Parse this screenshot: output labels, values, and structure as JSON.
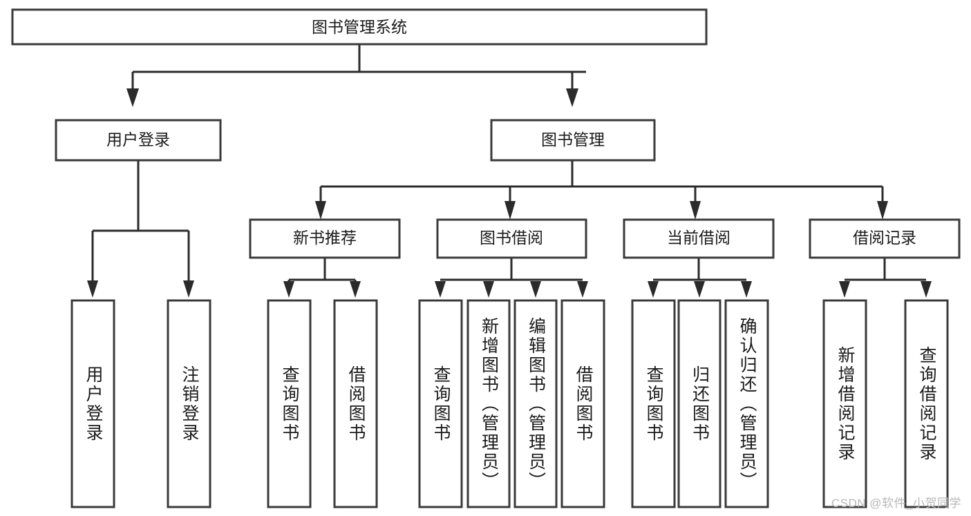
{
  "diagram": {
    "title": "图书管理系统",
    "type": "tree-hierarchy-diagram",
    "watermark": "CSDN @软件_小贺同学",
    "colors": {
      "box_stroke": "#3a3a3a",
      "connector": "#2b2b2b",
      "text": "#1a1a1a",
      "background": "#ffffff",
      "watermark": "#b8b8b8"
    },
    "root": {
      "label": "图书管理系统"
    },
    "level2": [
      {
        "id": "user-login",
        "label": "用户登录"
      },
      {
        "id": "book-management",
        "label": "图书管理"
      }
    ],
    "level3": [
      {
        "id": "new-book-recommend",
        "label": "新书推荐",
        "parent": "book-management"
      },
      {
        "id": "book-borrow",
        "label": "图书借阅",
        "parent": "book-management"
      },
      {
        "id": "current-borrow",
        "label": "当前借阅",
        "parent": "book-management"
      },
      {
        "id": "borrow-record",
        "label": "借阅记录",
        "parent": "book-management"
      }
    ],
    "leaves": [
      {
        "id": "leaf-user-login",
        "label": "用户登录",
        "parent": "user-login"
      },
      {
        "id": "leaf-logout-login",
        "label": "注销登录",
        "parent": "user-login"
      },
      {
        "id": "leaf-query-book-1",
        "label": "查询图书",
        "parent": "new-book-recommend"
      },
      {
        "id": "leaf-borrow-book-1",
        "label": "借阅图书",
        "parent": "new-book-recommend"
      },
      {
        "id": "leaf-query-book-2",
        "label": "查询图书",
        "parent": "book-borrow"
      },
      {
        "id": "leaf-add-book",
        "label": "新增图书（管理员）",
        "parent": "book-borrow"
      },
      {
        "id": "leaf-edit-book",
        "label": "编辑图书（管理员）",
        "parent": "book-borrow"
      },
      {
        "id": "leaf-borrow-book-2",
        "label": "借阅图书",
        "parent": "book-borrow"
      },
      {
        "id": "leaf-query-book-3",
        "label": "查询图书",
        "parent": "current-borrow"
      },
      {
        "id": "leaf-return-book",
        "label": "归还图书",
        "parent": "current-borrow"
      },
      {
        "id": "leaf-confirm-return",
        "label": "确认归还（管理员）",
        "parent": "current-borrow"
      },
      {
        "id": "leaf-add-record",
        "label": "新增借阅记录",
        "parent": "borrow-record"
      },
      {
        "id": "leaf-query-record",
        "label": "查询借阅记录",
        "parent": "borrow-record"
      }
    ]
  }
}
